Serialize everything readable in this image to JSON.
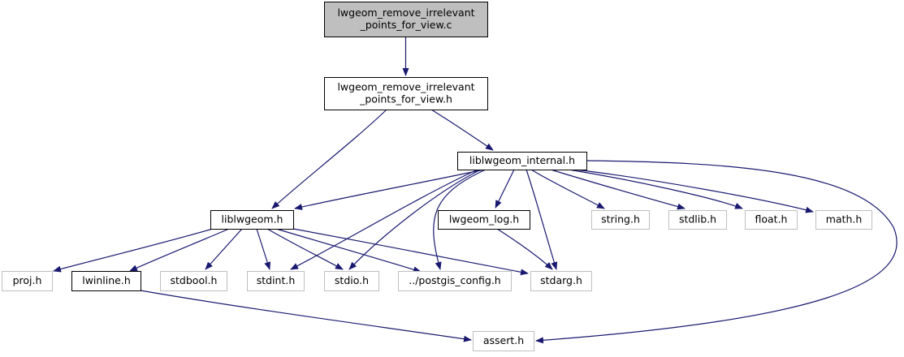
{
  "graph": {
    "title": "lwgeom_remove_irrelevant_points_for_view.c include dependency graph",
    "colors": {
      "edge": "#191970",
      "root_fill": "#bfbfbf",
      "root_stroke": "#000000",
      "documented_stroke": "#000000",
      "external_stroke": "#bfbfbf",
      "node_fill": "#ffffff",
      "text": "#000000"
    },
    "nodes": [
      {
        "id": "root_c",
        "lines": [
          "lwgeom_remove_irrelevant",
          "_points_for_view.c"
        ],
        "kind": "root"
      },
      {
        "id": "view_h",
        "lines": [
          "lwgeom_remove_irrelevant",
          "_points_for_view.h"
        ],
        "kind": "documented"
      },
      {
        "id": "internal_h",
        "lines": [
          "liblwgeom_internal.h"
        ],
        "kind": "documented"
      },
      {
        "id": "liblwgeom_h",
        "lines": [
          "liblwgeom.h"
        ],
        "kind": "documented"
      },
      {
        "id": "log_h",
        "lines": [
          "lwgeom_log.h"
        ],
        "kind": "documented"
      },
      {
        "id": "string_h",
        "lines": [
          "string.h"
        ],
        "kind": "external"
      },
      {
        "id": "stdlib_h",
        "lines": [
          "stdlib.h"
        ],
        "kind": "external"
      },
      {
        "id": "float_h",
        "lines": [
          "float.h"
        ],
        "kind": "external"
      },
      {
        "id": "math_h",
        "lines": [
          "math.h"
        ],
        "kind": "external"
      },
      {
        "id": "proj_h",
        "lines": [
          "proj.h"
        ],
        "kind": "external"
      },
      {
        "id": "lwinline_h",
        "lines": [
          "lwinline.h"
        ],
        "kind": "documented"
      },
      {
        "id": "stdbool_h",
        "lines": [
          "stdbool.h"
        ],
        "kind": "external"
      },
      {
        "id": "stdint_h",
        "lines": [
          "stdint.h"
        ],
        "kind": "external"
      },
      {
        "id": "stdio_h",
        "lines": [
          "stdio.h"
        ],
        "kind": "external"
      },
      {
        "id": "postgis_config_h",
        "lines": [
          "../postgis_config.h"
        ],
        "kind": "external"
      },
      {
        "id": "stdarg_h",
        "lines": [
          "stdarg.h"
        ],
        "kind": "external"
      },
      {
        "id": "assert_h",
        "lines": [
          "assert.h"
        ],
        "kind": "external"
      }
    ],
    "edges": [
      {
        "from": "root_c",
        "to": "view_h"
      },
      {
        "from": "view_h",
        "to": "liblwgeom_h"
      },
      {
        "from": "view_h",
        "to": "internal_h"
      },
      {
        "from": "internal_h",
        "to": "liblwgeom_h"
      },
      {
        "from": "internal_h",
        "to": "log_h"
      },
      {
        "from": "internal_h",
        "to": "string_h"
      },
      {
        "from": "internal_h",
        "to": "stdlib_h"
      },
      {
        "from": "internal_h",
        "to": "float_h"
      },
      {
        "from": "internal_h",
        "to": "math_h"
      },
      {
        "from": "internal_h",
        "to": "stdint_h"
      },
      {
        "from": "internal_h",
        "to": "stdio_h"
      },
      {
        "from": "internal_h",
        "to": "postgis_config_h"
      },
      {
        "from": "internal_h",
        "to": "stdarg_h"
      },
      {
        "from": "internal_h",
        "to": "assert_h"
      },
      {
        "from": "liblwgeom_h",
        "to": "proj_h"
      },
      {
        "from": "liblwgeom_h",
        "to": "lwinline_h"
      },
      {
        "from": "liblwgeom_h",
        "to": "stdbool_h"
      },
      {
        "from": "liblwgeom_h",
        "to": "stdint_h"
      },
      {
        "from": "liblwgeom_h",
        "to": "stdio_h"
      },
      {
        "from": "liblwgeom_h",
        "to": "postgis_config_h"
      },
      {
        "from": "liblwgeom_h",
        "to": "stdarg_h"
      },
      {
        "from": "log_h",
        "to": "stdarg_h"
      },
      {
        "from": "lwinline_h",
        "to": "assert_h"
      }
    ]
  }
}
